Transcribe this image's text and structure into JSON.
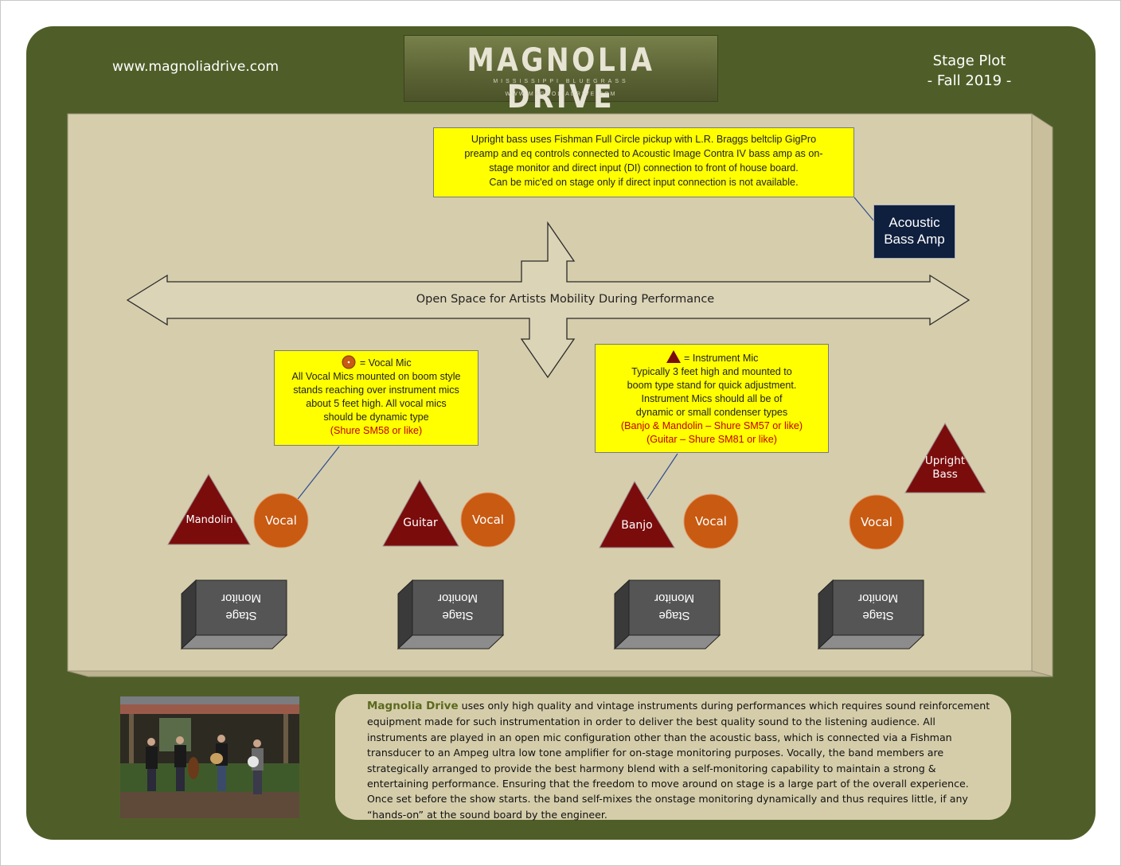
{
  "header": {
    "website": "www.magnoliadrive.com",
    "logo": {
      "title": "MAGNOLIA DRIVE",
      "subtitle": "MISSISSIPPI BLUEGRASS",
      "url": "WWW.MAGNOLIADRIVE.COM"
    },
    "stage_plot": {
      "line1": "Stage Plot",
      "line2": "- Fall 2019 -"
    }
  },
  "notes": {
    "bass": {
      "line1": "Upright bass uses Fishman Full Circle pickup with L.R. Braggs beltclip GigPro",
      "line2": "preamp and eq controls connected to Acoustic Image Contra IV bass amp as on-",
      "line3": "stage monitor and direct input (DI) connection to front of house board.",
      "line4": "Can be mic'ed on stage only if direct input connection is not available."
    },
    "vocal": {
      "legend": "= Vocal Mic",
      "line1": "All Vocal Mics mounted on boom style",
      "line2": "stands reaching over instrument mics",
      "line3": "about 5 feet high.  All vocal mics",
      "line4": "should be dynamic type",
      "line5": "(Shure SM58 or like)"
    },
    "instrument": {
      "legend": "= Instrument Mic",
      "line1": "Typically 3 feet high and mounted to",
      "line2": "boom type stand for quick adjustment.",
      "line3": "Instrument Mics should all be of",
      "line4": "dynamic or small condenser types",
      "line5": "(Banjo & Mandolin – Shure SM57 or like)",
      "line6": "(Guitar – Shure SM81 or like)"
    }
  },
  "amp": {
    "line1": "Acoustic",
    "line2": "Bass Amp"
  },
  "open_space": "Open Space for Artists Mobility During Performance",
  "instruments": {
    "mandolin": "Mandolin",
    "guitar": "Guitar",
    "banjo": "Banjo",
    "bass_line1": "Upright",
    "bass_line2": "Bass"
  },
  "vocals": {
    "v1": "Vocal",
    "v2": "Vocal",
    "v3": "Vocal",
    "v4": "Vocal"
  },
  "monitors": [
    {
      "line1": "Stage",
      "line2": "Monitor"
    },
    {
      "line1": "Stage",
      "line2": "Monitor"
    },
    {
      "line1": "Stage",
      "line2": "Monitor"
    },
    {
      "line1": "Stage",
      "line2": "Monitor"
    }
  ],
  "info": {
    "brand": "Magnolia Drive",
    "text": " uses only high quality and vintage instruments during performances which requires sound reinforcement equipment made for such instrumentation in order to deliver the best quality sound to the listening audience. All instruments are played in an open mic configuration other than the acoustic bass, which is connected via a Fishman transducer to an Ampeg ultra low tone amplifier for on-stage monitoring purposes. Vocally, the band members are strategically arranged to provide the best harmony blend with a self-monitoring capability to maintain a strong & entertaining performance. Ensuring that the freedom to move around on stage is a large part of the overall experience. Once set before the show starts. the band self-mixes the onstage monitoring dynamically and thus requires little, if any “hands-on” at the sound board by the engineer."
  },
  "colors": {
    "board": "#4f5e28",
    "stage": "#d6cdac",
    "instrument": "#7b0c0c",
    "vocal": "#c85a12",
    "note": "#ffff00",
    "amp": "#0f1f3e",
    "monitor": "#555555",
    "info_panel": "#d5cdaa"
  }
}
